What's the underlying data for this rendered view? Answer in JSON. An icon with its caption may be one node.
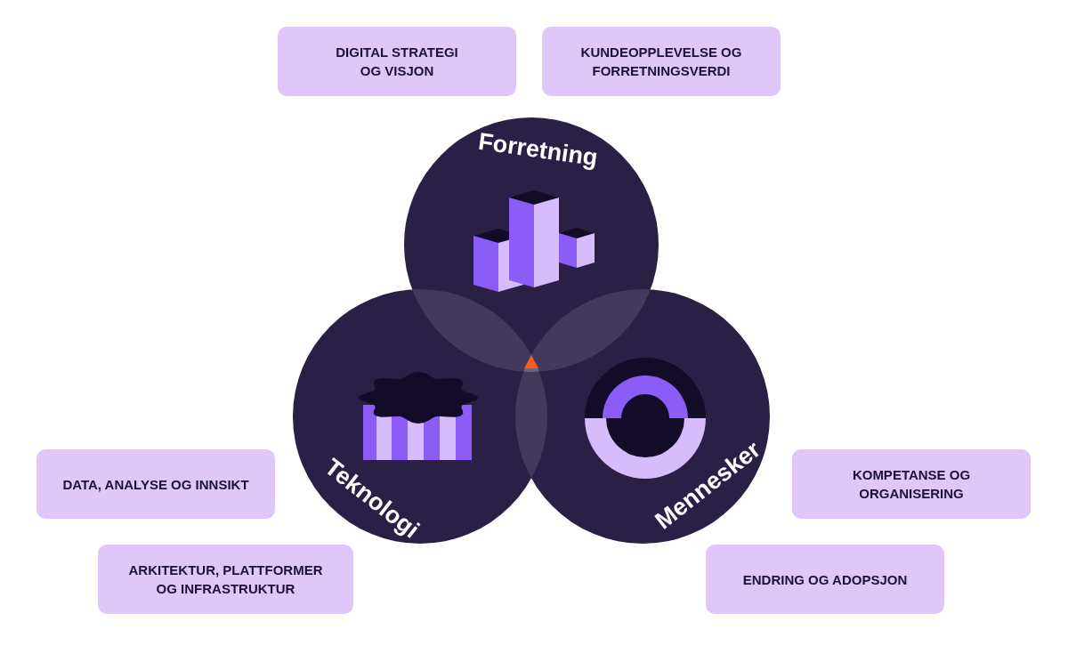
{
  "diagram": {
    "nodes": [
      {
        "text": [
          "DIGITAL STRATEGI OG VISJON"
        ]
      },
      {
        "text": [
          "KUNDEOPPLEVELSE OG FORRETNINGSVERDI"
        ]
      },
      {
        "text": [
          "Forretning"
        ]
      },
      {
        "text": [
          "Teknologi"
        ]
      },
      {
        "text": [
          "Mennesker"
        ]
      },
      {
        "text": [
          "DATA, ANALYSE OG INNSIKT"
        ]
      },
      {
        "text": [
          "KOMPETANSE OG ORGANISERING"
        ]
      },
      {
        "text": [
          "ARKITEKTUR, PLATTFORMER OG INFRASTRUKTUR"
        ]
      },
      {
        "text": [
          "ENDRING OG ADOPSJON"
        ]
      }
    ]
  }
}
